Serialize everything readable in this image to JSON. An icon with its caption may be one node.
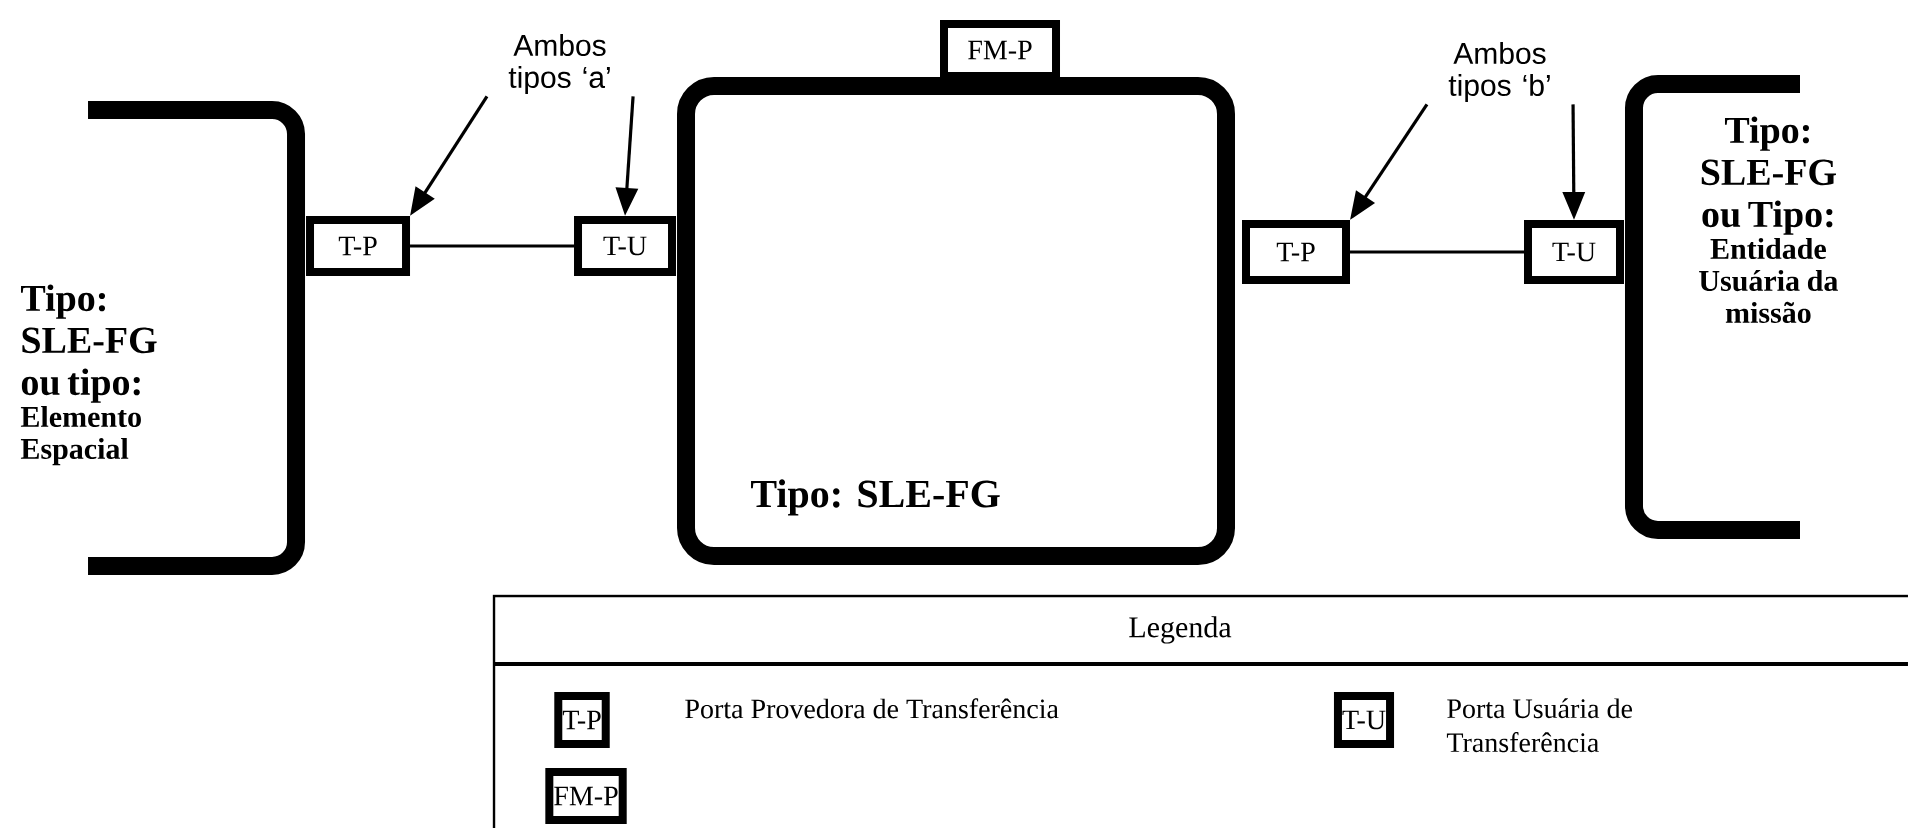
{
  "diagram": {
    "nodes": [
      {
        "text": [
          "Tipo: SLE-FG ou tipo:",
          "Elemento Espacial"
        ]
      },
      {
        "text": [
          "T-P"
        ]
      },
      {
        "text": [
          "T-U"
        ]
      },
      {
        "text": [
          "Tipo: SLE-FG"
        ]
      },
      {
        "text": [
          "FM-P"
        ]
      },
      {
        "text": [
          "T-P"
        ]
      },
      {
        "text": [
          "T-U"
        ]
      },
      {
        "text": [
          "Tipo: SLE-FG ou Tipo:",
          "Entidade Usuária da missão"
        ]
      },
      {
        "text": [
          "Ambos tipos ‘a’"
        ]
      },
      {
        "text": [
          "Ambos tipos ‘b’"
        ]
      }
    ],
    "edges": [
      {
        "from": 1,
        "to": 2,
        "arrow": "none"
      },
      {
        "from": 5,
        "to": 6,
        "arrow": "none"
      },
      {
        "from": 8,
        "to": 1,
        "arrow": "to"
      },
      {
        "from": 8,
        "to": 2,
        "arrow": "to"
      },
      {
        "from": 9,
        "to": 5,
        "arrow": "to"
      },
      {
        "from": 9,
        "to": 6,
        "arrow": "to"
      }
    ],
    "labels": [
      "Legenda",
      "T-P",
      "T-U",
      "FM-P"
    ],
    "legend": [
      {
        "text": "Porta Provedora de Transferência"
      },
      {
        "text": "Porta Usuária de Transferência"
      }
    ]
  }
}
